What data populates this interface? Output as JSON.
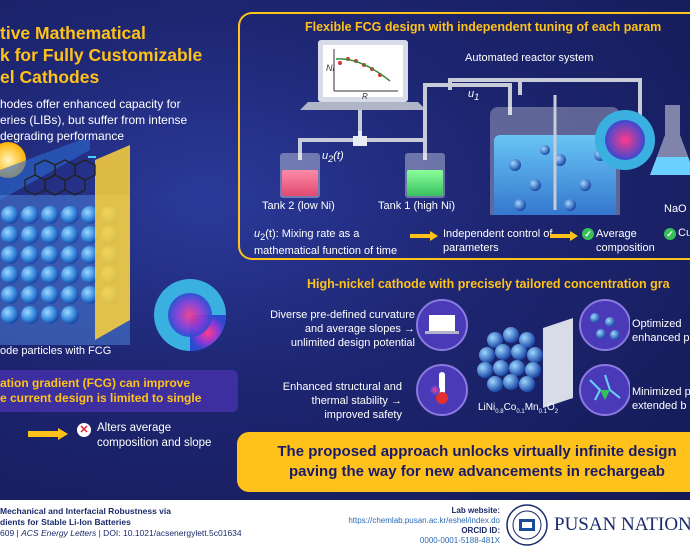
{
  "left": {
    "title_lines": [
      "tive Mathematical",
      "k for Fully Customizable",
      "el Cathodes"
    ],
    "intro_lines": [
      "hodes offer enhanced capacity for",
      "eries (LIBs), but suffer from intense",
      " degrading performance"
    ],
    "particles_caption": "ode particles with FCG",
    "fcg_lines": [
      "ation gradient (FCG) can improve",
      "e current design is limited to single"
    ],
    "alter_lines": [
      "Alters average",
      "composition and slope"
    ]
  },
  "right": {
    "title": "Flexible FCG design with independent tuning of each param",
    "reactor_label": "Automated reactor system",
    "u1": "u",
    "u1_sub": "1",
    "u2": "u",
    "u2_sub": "2",
    "u2_arg": "(t)",
    "laptop_y_label": "Ni",
    "laptop_x_label": "R",
    "tank2": "Tank 2 (low Ni)",
    "tank1": "Tank 1 (high Ni)",
    "naoh": "NaO",
    "mixing_prefix": "u",
    "mixing_sub": "2",
    "mixing_lines": [
      "(t): Mixing rate as a",
      "mathematical function of time"
    ],
    "independent_lines": [
      "Independent control of",
      "parameters"
    ],
    "avg_lines": [
      "Average",
      "composition"
    ],
    "cu": "Cu",
    "hn_title": "High-nickel cathode with precisely tailored concentration gra",
    "diverse_lines": [
      "Diverse pre-defined curvature",
      "and average slopes →",
      "unlimited design potential"
    ],
    "enhanced_lines": [
      "Enhanced structural and",
      "thermal stability →",
      "improved safety"
    ],
    "optimized_lines": [
      "Optimized",
      "enhanced p"
    ],
    "minimized_lines": [
      "Minimized p",
      "extended b"
    ],
    "formula": "LiNi0.8Co0.1Mn0.1O2",
    "banner_lines": [
      "The proposed approach unlocks virtually infinite design",
      "paving the way for new advancements in rechargeab"
    ]
  },
  "footer": {
    "cite_line1": "Mechanical and Interfacial Robustness via",
    "cite_line2": "dients for Stable Li-Ion Batteries",
    "cite_line3_a": "609 | ",
    "cite_line3_journal": "ACS Energy Letters",
    "cite_line3_b": " | DOI: 10.1021/acsenergylett.5c01634",
    "lab_label": "Lab website:",
    "lab_url": "https://chemlab.pusan.ac.kr/eshel/index.do",
    "orcid_label": "ORCID ID:",
    "orcid": "0000-0001-5188-481X",
    "university": "PUSAN NATIONA"
  },
  "colors": {
    "background": "#1d2570",
    "accent": "#ffc21a",
    "check": "#36c05a",
    "text_dark": "#1a2a6a"
  }
}
